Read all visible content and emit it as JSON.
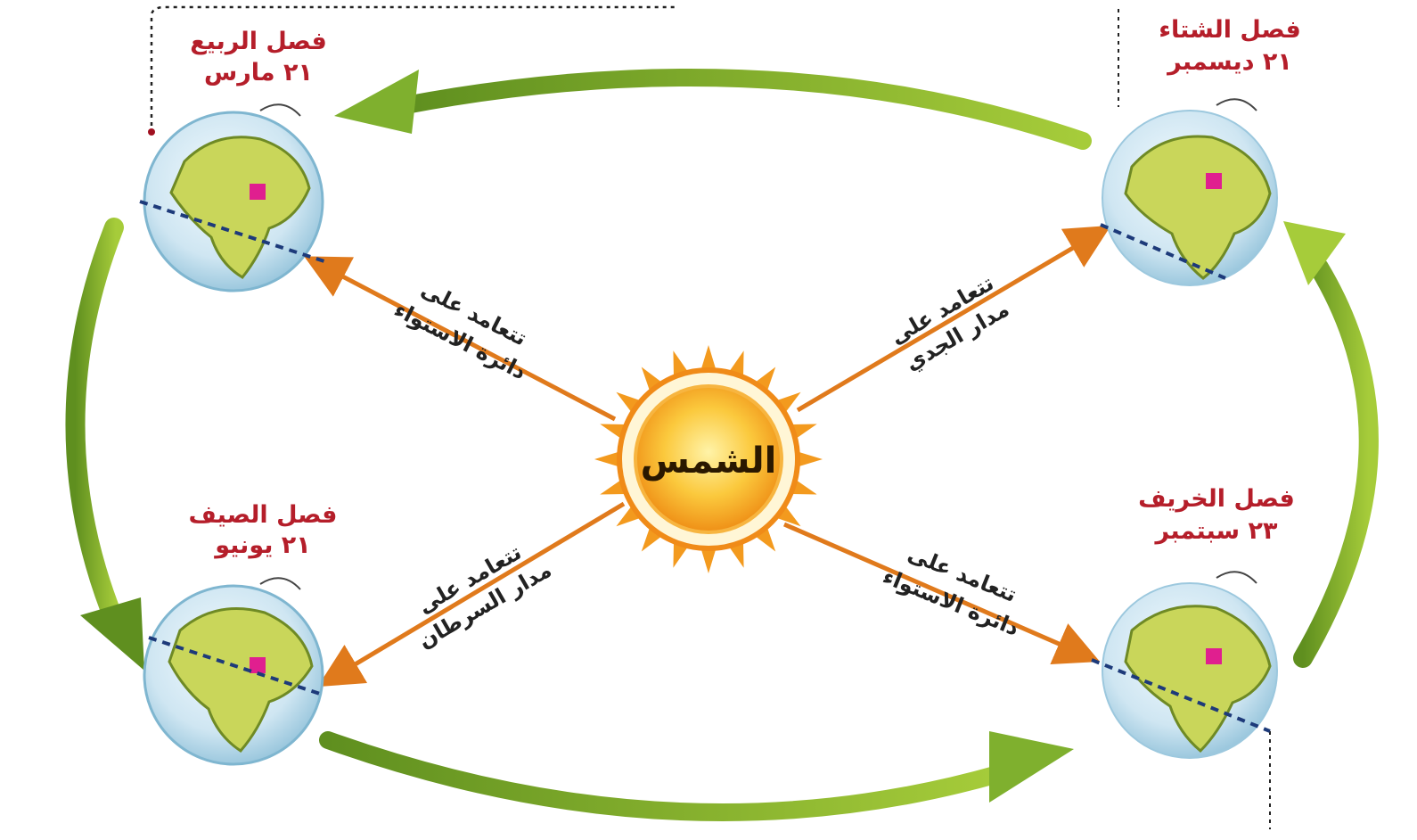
{
  "diagram": {
    "sun_label": "الشمس",
    "seasons": {
      "spring": {
        "name": "فصل الربيع",
        "date": "٢١ مارس"
      },
      "winter": {
        "name": "فصل الشتاء",
        "date": "٢١ ديسمبر"
      },
      "summer": {
        "name": "فصل الصيف",
        "date": "٢١ يونيو"
      },
      "autumn": {
        "name": "فصل الخريف",
        "date": "٢٣ سبتمبر"
      }
    },
    "rays": {
      "spring": {
        "line1": "تتعامد على",
        "line2": "دائرة الاستواء"
      },
      "winter": {
        "line1": "تتعامد على",
        "line2": "مدار الجدي"
      },
      "summer": {
        "line1": "تتعامد على",
        "line2": "مدار السرطان"
      },
      "autumn": {
        "line1": "تتعامد على",
        "line2": "دائرة الاستواء"
      }
    }
  },
  "colors": {
    "orbit_arrow": "#7fb02e",
    "ray": "#e07a1c",
    "sun": "#f6a821",
    "season_text": "#b51e2a",
    "ocean": "#cfe6f2",
    "land": "#c9d65a"
  }
}
